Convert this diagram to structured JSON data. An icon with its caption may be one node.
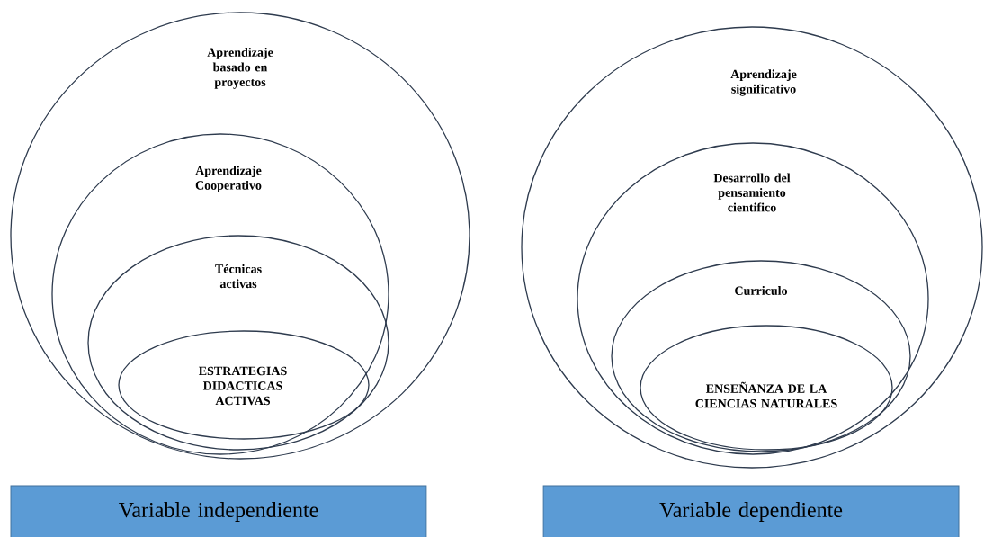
{
  "diagram": {
    "nodes": [
      {
        "text": [
          "Aprendizaje basado en proyectos"
        ]
      },
      {
        "text": [
          "Aprendizaje Cooperativo"
        ],
        "in": 0
      },
      {
        "text": [
          "Técnicas activas"
        ],
        "in": 1
      },
      {
        "text": [
          "ESTRATEGIAS DIDACTICAS ACTIVAS"
        ],
        "in": 2
      },
      {
        "text": [
          "Aprendizaje significativo"
        ]
      },
      {
        "text": [
          "Desarrollo del pensamiento cientifico"
        ],
        "in": 4
      },
      {
        "text": [
          "Curriculo"
        ],
        "in": 5
      },
      {
        "text": [
          "ENSEÑANZA DE LA CIENCIAS NATURALES"
        ],
        "in": 6
      },
      {
        "text": [
          "Variable independiente"
        ]
      },
      {
        "text": [
          "Variable dependiente"
        ]
      }
    ]
  }
}
